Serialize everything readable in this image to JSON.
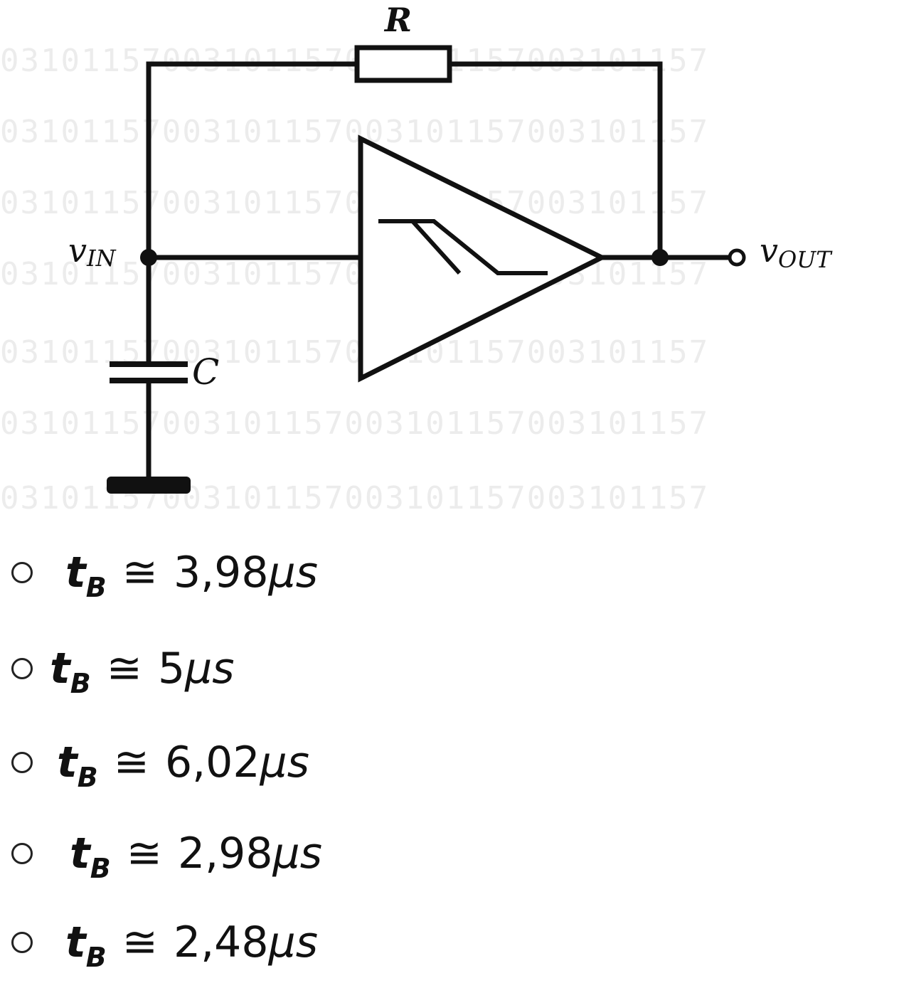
{
  "circuit": {
    "label_r": "R",
    "label_c": "C",
    "label_vin_v": "v",
    "label_vin_sub": "IN",
    "label_vout_v": "v",
    "label_vout_sub": "OUT",
    "watermark": "03101157003101157003101157003101157"
  },
  "options": [
    {
      "symbol": "t",
      "subscript": "B",
      "relation": "≅",
      "value": "3,98",
      "unit": "μs"
    },
    {
      "symbol": "t",
      "subscript": "B",
      "relation": "≅",
      "value": "5",
      "unit": "μs"
    },
    {
      "symbol": "t",
      "subscript": "B",
      "relation": "≅",
      "value": "6,02",
      "unit": "μs"
    },
    {
      "symbol": "t",
      "subscript": "B",
      "relation": "≅",
      "value": "2,98",
      "unit": "μs"
    },
    {
      "symbol": "t",
      "subscript": "B",
      "relation": "≅",
      "value": "2,48",
      "unit": "μs"
    }
  ]
}
